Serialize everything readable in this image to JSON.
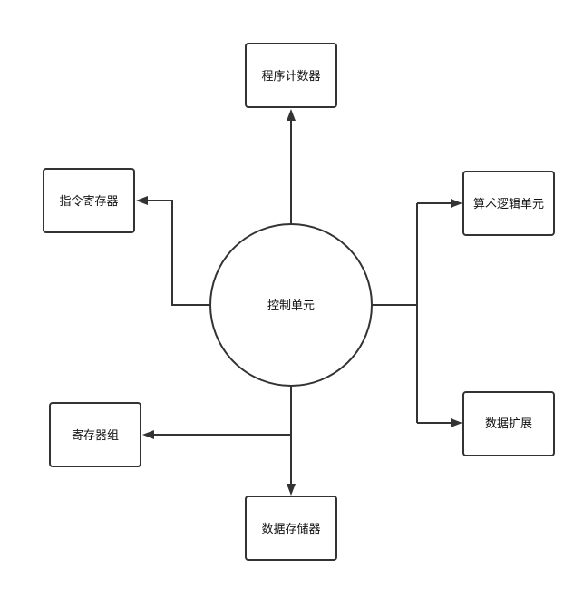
{
  "diagram": {
    "center": {
      "id": "control-unit",
      "label": "控制单元"
    },
    "nodes": {
      "program_counter": {
        "label": "程序计数器"
      },
      "instruction_register": {
        "label": "指令寄存器"
      },
      "alu": {
        "label": "算术逻辑单元"
      },
      "data_extend": {
        "label": "数据扩展"
      },
      "register_file": {
        "label": "寄存器组"
      },
      "data_memory": {
        "label": "数据存储器"
      }
    }
  },
  "colors": {
    "stroke": "#333333",
    "text": "#111111",
    "fill": "#ffffff"
  }
}
